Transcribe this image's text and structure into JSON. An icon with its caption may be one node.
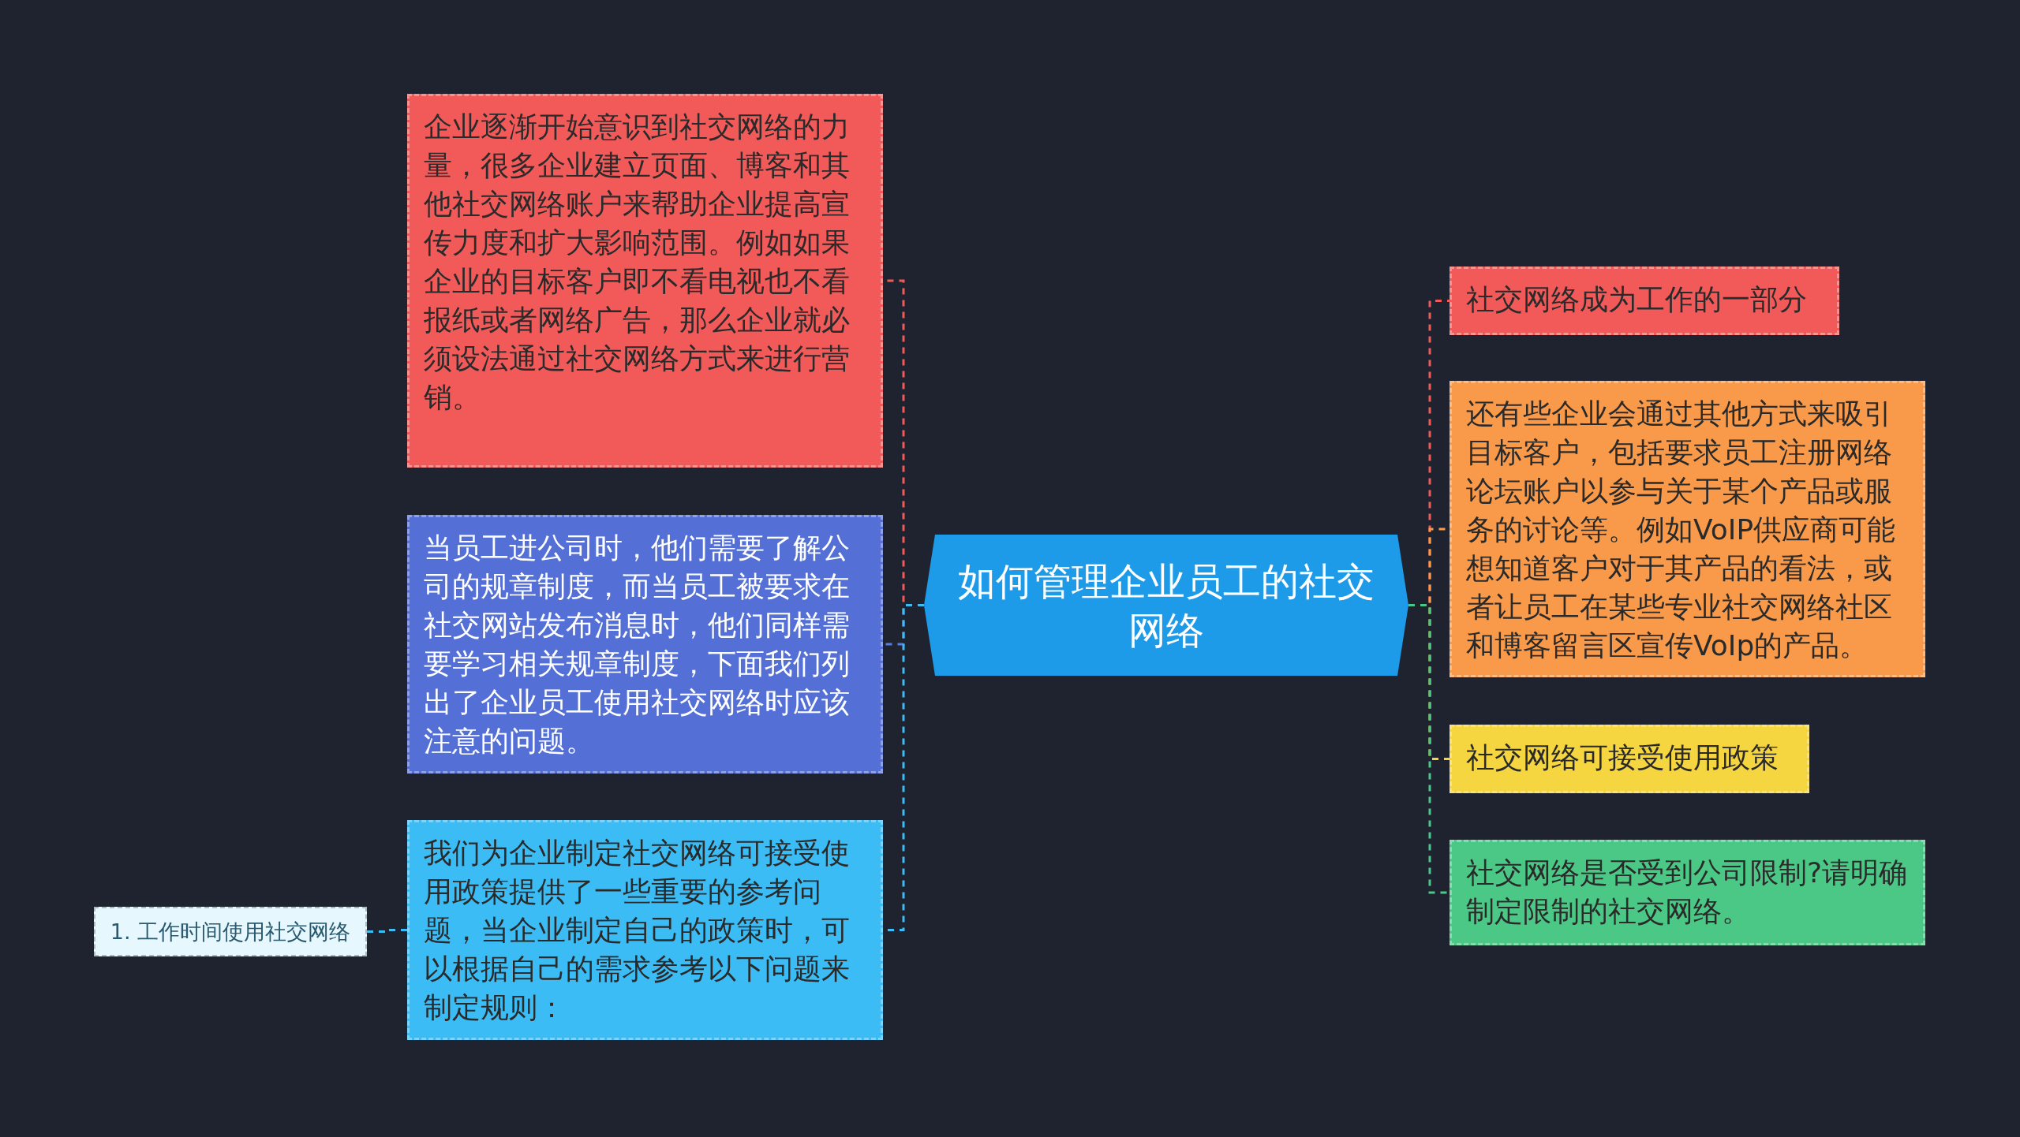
{
  "diagram": {
    "nodes": [
      {
        "text": [
          "如何管理企业员工的社交网络"
        ]
      },
      {
        "text": [
          "企业逐渐开始意识到社交网络的力量，很多企业建立页面、博客和其他社交网络账户来帮助企业提高宣传力度和扩大影响范围。例如如果企业的目标客户即不看电视也不看报纸或者网络广告，那么企业就必须设法通过社交网络方式来进行营销。"
        ]
      },
      {
        "text": [
          "当员工进公司时，他们需要了解公司的规章制度，而当员工被要求在社交网站发布消息时，他们同样需要学习相关规章制度，下面我们列出了企业员工使用社交网络时应该注意的问题。"
        ]
      },
      {
        "text": [
          "我们为企业制定社交网络可接受使用政策提供了一些重要的参考问题，当企业制定自己的政策时，可以根据自己的需求参考以下问题来制定规则："
        ]
      },
      {
        "text": [
          "1. 工作时间使用社交网络"
        ]
      },
      {
        "text": [
          "社交网络成为工作的一部分"
        ]
      },
      {
        "text": [
          "还有些企业会通过其他方式来吸引目标客户，包括要求员工注册网络论坛账户以参与关于某个产品或服务的讨论等。例如VoIP供应商可能想知道客户对于其产品的看法，或者让员工在某些专业社交网络社区和博客留言区宣传VoIp的产品。"
        ]
      },
      {
        "text": [
          "社交网络可接受使用政策"
        ]
      },
      {
        "text": [
          "社交网络是否受到公司限制?请明确制定限制的社交网络。"
        ]
      }
    ],
    "edges": [
      {
        "from": 0,
        "to": 1,
        "arrow": "none",
        "style": "dashed",
        "color": "#f25a5a"
      },
      {
        "from": 0,
        "to": 2,
        "arrow": "none",
        "style": "dashed",
        "color": "#5b7be0"
      },
      {
        "from": 0,
        "to": 3,
        "arrow": "none",
        "style": "dashed",
        "color": "#3bbcf5"
      },
      {
        "from": 3,
        "to": 4,
        "arrow": "none",
        "style": "dashed",
        "color": "#3bbcf5"
      },
      {
        "from": 0,
        "to": 5,
        "arrow": "none",
        "style": "dashed",
        "color": "#f25a5a"
      },
      {
        "from": 0,
        "to": 6,
        "arrow": "none",
        "style": "dashed",
        "color": "#f89a4a"
      },
      {
        "from": 0,
        "to": 7,
        "arrow": "none",
        "style": "dashed",
        "color": "#f5d540"
      },
      {
        "from": 0,
        "to": 8,
        "arrow": "none",
        "style": "dashed",
        "color": "#4cc886"
      }
    ]
  }
}
